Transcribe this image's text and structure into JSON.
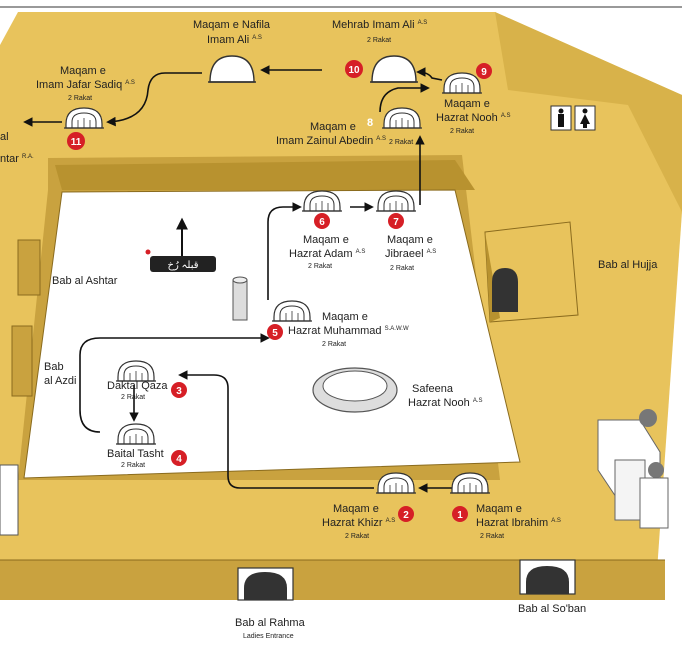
{
  "colors": {
    "wall": "#e8c35c",
    "wall_dark": "#c9a23f",
    "wall_edge": "#8a6b1e",
    "courtyard": "#ffffff",
    "marker": "#d61f26",
    "arrow": "#111111"
  },
  "stations": [
    {
      "num": "1",
      "lines": [
        "Maqam e",
        "Hazrat Ibrahim"
      ],
      "sup": "A.S",
      "rakat": "2 Rakat"
    },
    {
      "num": "2",
      "lines": [
        "Maqam e",
        "Hazrat Khizr"
      ],
      "sup": "A.S",
      "rakat": "2 Rakat"
    },
    {
      "num": "3",
      "lines": [
        "Daktal Qaza"
      ],
      "sup": "",
      "rakat": "2 Rakat"
    },
    {
      "num": "4",
      "lines": [
        "Baital Tasht"
      ],
      "sup": "",
      "rakat": "2 Rakat"
    },
    {
      "num": "5",
      "lines": [
        "Maqam e",
        "Hazrat Muhammad"
      ],
      "sup": "S.A.W.W",
      "rakat": "2 Rakat"
    },
    {
      "num": "6",
      "lines": [
        "Maqam e",
        "Hazrat Adam"
      ],
      "sup": "A.S",
      "rakat": "2 Rakat"
    },
    {
      "num": "7",
      "lines": [
        "Maqam e",
        "Jibraeel"
      ],
      "sup": "A.S",
      "rakat": "2 Rakat"
    },
    {
      "num": "8",
      "lines": [
        "Maqam e",
        "Imam Zainul Abedin"
      ],
      "sup": "A.S",
      "rakat": "2 Rakat"
    },
    {
      "num": "9",
      "lines": [
        "Maqam e",
        "Hazrat Nooh"
      ],
      "sup": "A.S",
      "rakat": "2 Rakat"
    },
    {
      "num": "10",
      "lines": [
        "Mehrab Imam Ali"
      ],
      "sup": "A.S",
      "rakat": "2 Rakat"
    },
    {
      "num": "11",
      "lines": [
        "Maqam e",
        "Imam Jafar Sadiq"
      ],
      "sup": "A.S",
      "rakat": "2 Rakat"
    }
  ],
  "nafila": {
    "lines": [
      "Maqam e Nafila",
      "Imam Ali"
    ],
    "sup": "A.S"
  },
  "gates": {
    "bab_al_ashtar": "Bab al Ashtar",
    "bab_al_azdi_1": "Bab",
    "bab_al_azdi_2": "al Azdi",
    "bab_al_hujja": "Bab al Hujja",
    "bab_al_rahma": "Bab al Rahma",
    "bab_al_rahma_sub": "Ladies Entrance",
    "bab_al_soban": "Bab al So'ban"
  },
  "safeena": {
    "line1": "Safeena",
    "line2": "Hazrat Nooh",
    "sup": "A.S"
  },
  "qibla_label": "قبلہ رُخ",
  "partial_left": {
    "line1": "al",
    "line2": "ntar",
    "sup": "R.A."
  },
  "restroom_icon": "restroom-icon"
}
